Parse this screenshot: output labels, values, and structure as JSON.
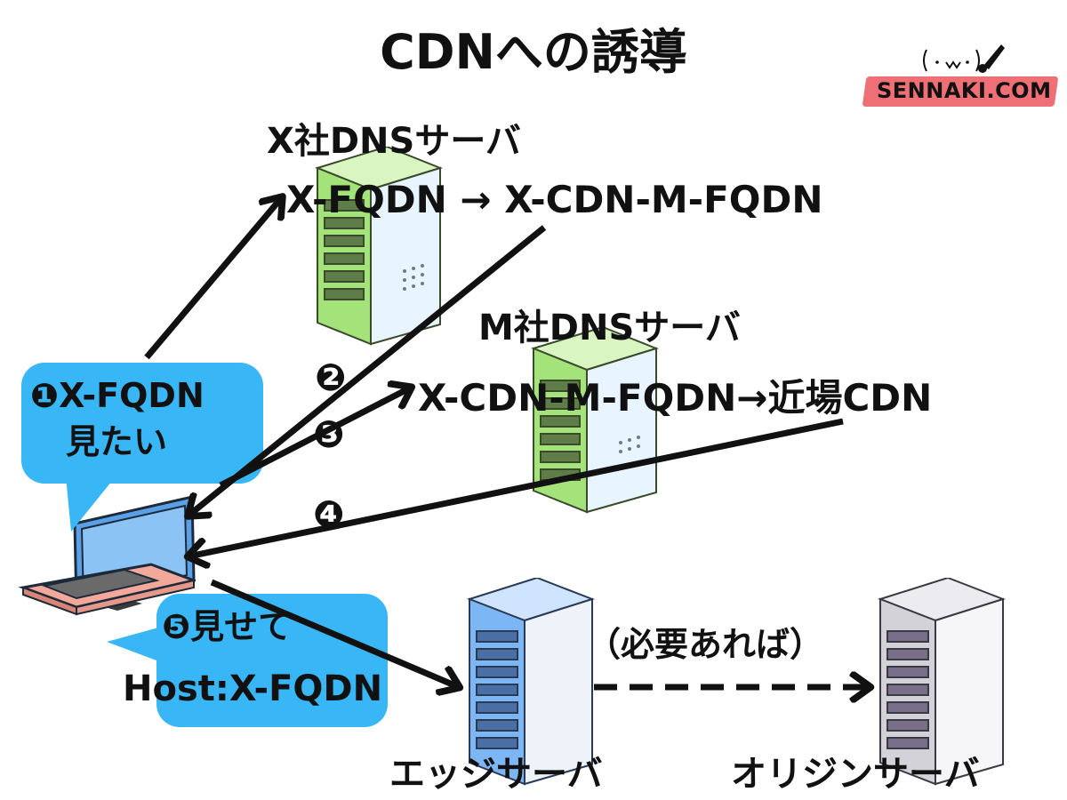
{
  "title": "CDNへの誘導",
  "logo": {
    "text": "SENNAKI.COM",
    "face": "( ･ w ･ )"
  },
  "servers": {
    "x_dns": {
      "label": "X社DNSサーバ",
      "record": "X-FQDN → X-CDN-M-FQDN"
    },
    "m_dns": {
      "label": "M社DNSサーバ",
      "record": "X-CDN-M-FQDN→近場CDN"
    },
    "edge": {
      "label": "エッジサーバ"
    },
    "origin": {
      "label": "オリジンサーバ"
    }
  },
  "bubbles": {
    "step1_line1": "❶X-FQDN",
    "step1_line2": "見たい",
    "step5_line1": "❺見せて",
    "step5_line2": "Host:X-FQDN"
  },
  "markers": [
    "❷",
    "❸",
    "❹"
  ],
  "dashed_note": "（必要あれば）",
  "colors": {
    "bubble": "#38b6f5",
    "x_dns_server": "#a4e27a",
    "m_dns_server": "#a4e27a",
    "edge_server": "#7cb6f5",
    "origin_server": "#d2d2d8",
    "logo_band": "#ee6f75"
  }
}
